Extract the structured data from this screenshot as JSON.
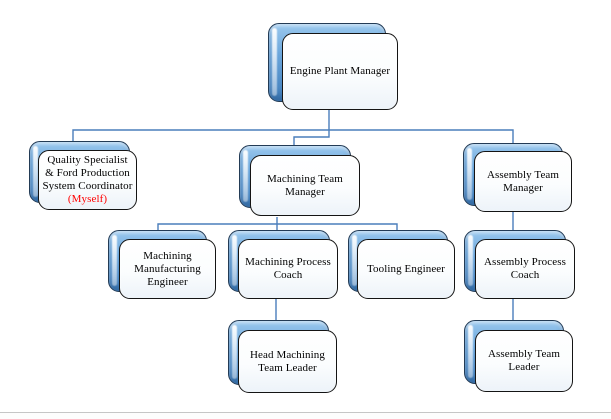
{
  "org_chart": {
    "type": "org-hierarchy",
    "nodes": [
      {
        "id": "engine-plant-manager",
        "label": "Engine Plant Manager"
      },
      {
        "id": "quality-specialist",
        "label": "Quality Specialist & Ford Production System Coordinator",
        "note": "(Myself)",
        "note_color": "#ff0000"
      },
      {
        "id": "machining-team-manager",
        "label": "Machining Team Manager"
      },
      {
        "id": "assembly-team-manager",
        "label": "Assembly Team Manager"
      },
      {
        "id": "machining-manufacturing-engineer",
        "label": "Machining Manufacturing Engineer"
      },
      {
        "id": "machining-process-coach",
        "label": "Machining Process Coach"
      },
      {
        "id": "tooling-engineer",
        "label": "Tooling Engineer"
      },
      {
        "id": "assembly-process-coach",
        "label": "Assembly Process Coach"
      },
      {
        "id": "head-machining-team-leader",
        "label": "Head Machining Team Leader"
      },
      {
        "id": "assembly-team-leader",
        "label": "Assembly Team Leader"
      }
    ],
    "edges": [
      {
        "from": "engine-plant-manager",
        "to": "quality-specialist"
      },
      {
        "from": "engine-plant-manager",
        "to": "machining-team-manager"
      },
      {
        "from": "engine-plant-manager",
        "to": "assembly-team-manager"
      },
      {
        "from": "machining-team-manager",
        "to": "machining-manufacturing-engineer"
      },
      {
        "from": "machining-team-manager",
        "to": "machining-process-coach"
      },
      {
        "from": "machining-team-manager",
        "to": "tooling-engineer"
      },
      {
        "from": "machining-process-coach",
        "to": "head-machining-team-leader"
      },
      {
        "from": "assembly-team-manager",
        "to": "assembly-process-coach"
      },
      {
        "from": "assembly-process-coach",
        "to": "assembly-team-leader"
      }
    ],
    "colors": {
      "connector": "#4a7ebb",
      "node_back_fill": "#5b9bd5",
      "node_border": "#141414",
      "label_text": "#000000",
      "note_text": "#ff0000"
    }
  }
}
